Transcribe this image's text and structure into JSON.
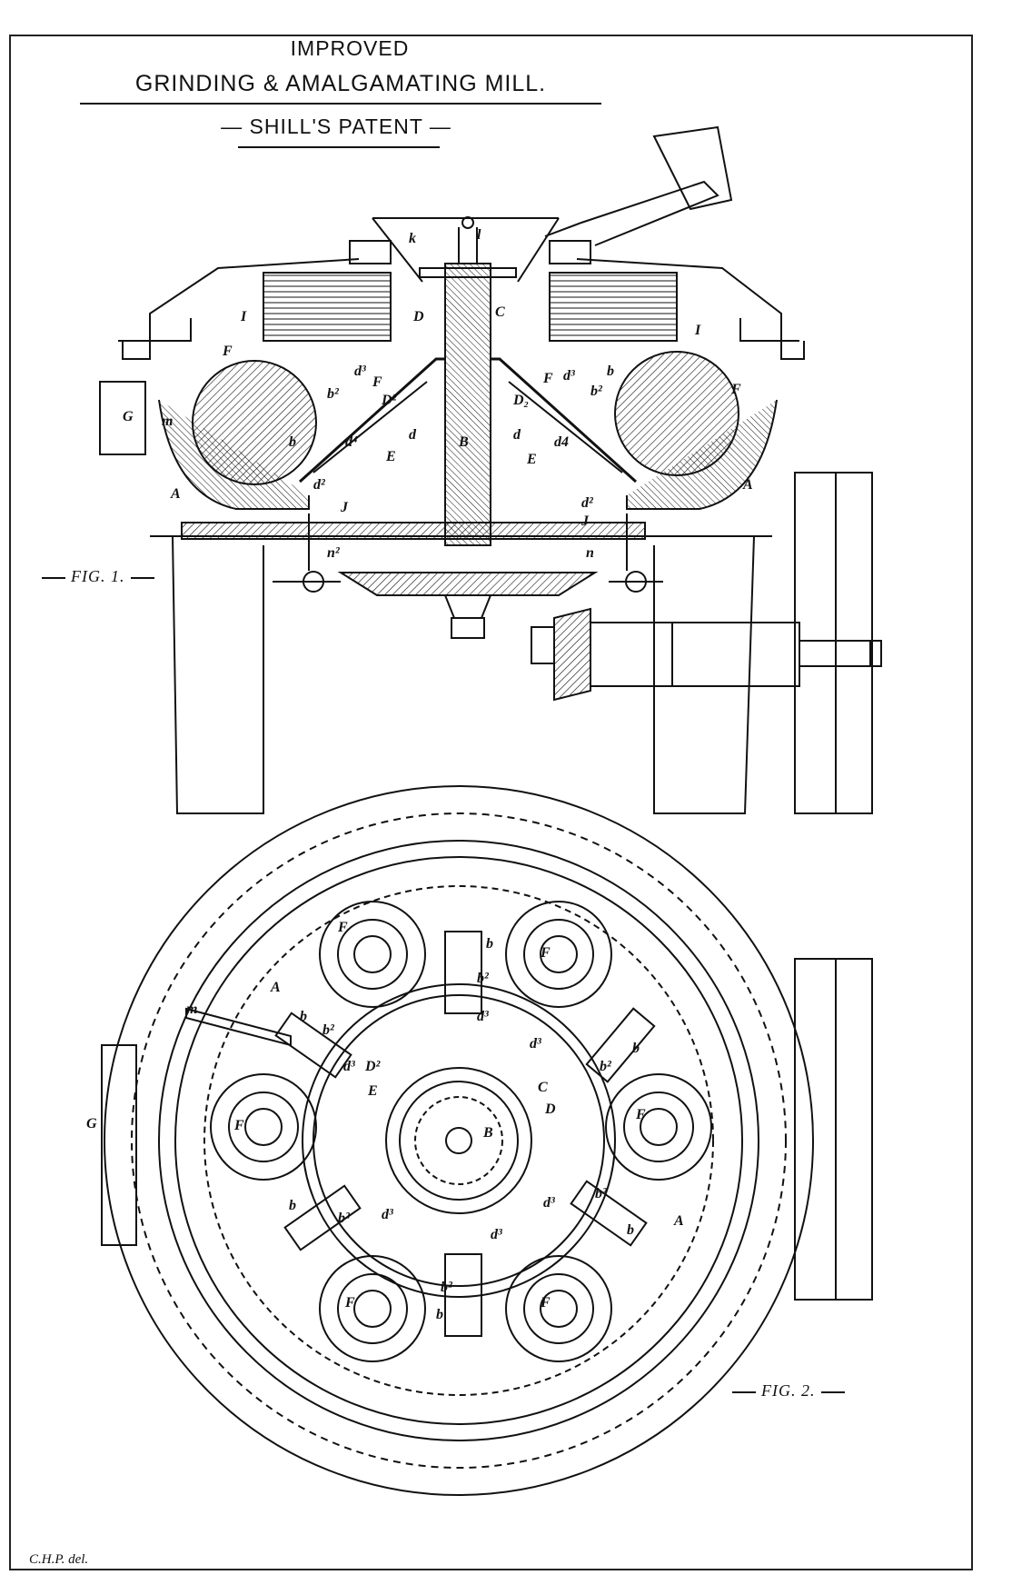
{
  "title": {
    "line1": "IMPROVED",
    "line2": "GRINDING & AMALGAMATING MILL.",
    "line3": "— SHILL'S PATENT —"
  },
  "figures": {
    "fig1": "FIG. 1.",
    "fig2": "FIG. 2."
  },
  "credit": "C.H.P. del.",
  "fig1_labels": {
    "k": "k",
    "l": "l",
    "I_left": "I",
    "I_right": "I",
    "D": "D",
    "C": "C",
    "F_left": "F",
    "F_left2": "F",
    "F_right": "F",
    "F_right2": "F",
    "G": "G",
    "m": "m",
    "A_left": "A",
    "A_right": "A",
    "B": "B",
    "d3_left": "d³",
    "b2_left": "b²",
    "D2_left": "D²",
    "d_left": "d",
    "d4_left": "d⁴",
    "E_left": "E",
    "d2_left": "d²",
    "J_left": "J",
    "n2": "n²",
    "b_left": "b",
    "d3_right": "d³",
    "b_right": "b",
    "b2_right": "b²",
    "D2_right": "D₂",
    "d_right": "d",
    "d4_right": "d4",
    "E_right": "E",
    "d2_right": "d²",
    "J_right": "J",
    "n": "n"
  },
  "fig2_labels": {
    "F1": "F",
    "F2": "F",
    "F3": "F",
    "F4": "F",
    "F5": "F",
    "F6": "F",
    "A_top": "A",
    "A_right": "A",
    "G": "G",
    "m": "m",
    "b_top": "b",
    "b2_top": "b²",
    "d3_top": "d³",
    "b_ul": "b",
    "b2_ul": "b²",
    "d3_ul": "d³",
    "D2": "D²",
    "d3_ur": "d³",
    "b_ur": "b",
    "b2_ur": "b²",
    "E": "E",
    "C": "C",
    "D": "D",
    "B": "B",
    "b_ll": "b",
    "b2_ll": "b²",
    "d3_ll": "d³",
    "d3_lr": "d³",
    "b2_lr": "b²",
    "b_lr": "b",
    "d3_bot": "d³",
    "b2_bot": "b²",
    "b_bot": "b"
  },
  "colors": {
    "ink": "#111111",
    "paper": "#ffffff"
  }
}
